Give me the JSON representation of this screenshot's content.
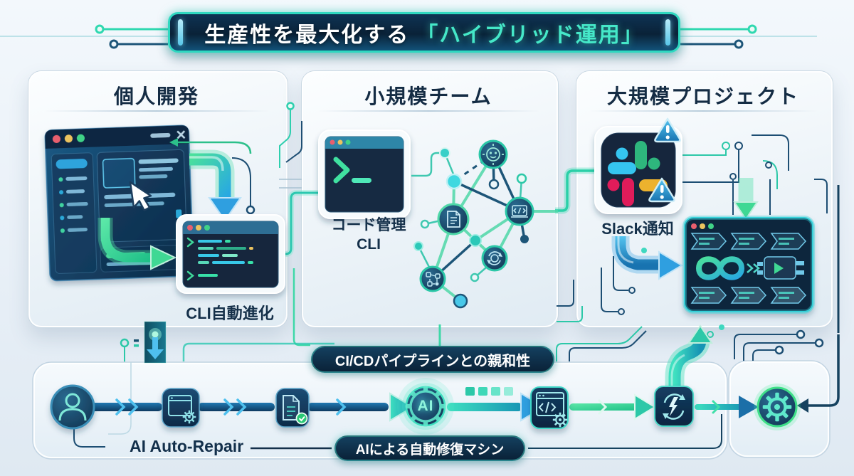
{
  "banner": {
    "title_main": "生産性を最大化する",
    "title_accent": "「ハイブリッド運用」"
  },
  "panels": {
    "personal": {
      "title": "個人開発",
      "caption": "CLI自動進化"
    },
    "team": {
      "title": "小規模チーム",
      "caption_line1": "コード管理",
      "caption_line2": "CLI"
    },
    "large": {
      "title": "大規模プロジェクト",
      "caption": "Slack通知"
    }
  },
  "bottom_band": {
    "top_pill": "CI/CDパイプラインとの親和性",
    "flow_label": "AI Auto-Repair",
    "bottom_pill": "AIによる自動修復マシン",
    "ai_node_label": "AI"
  },
  "icons": {
    "browser_window": "browser-window-icon",
    "cursor": "cursor-pointer-icon",
    "terminal": "terminal-icon",
    "network_nodes": [
      "robot-icon",
      "document-icon",
      "code-icon",
      "sync-gear-icon",
      "distributed-nodes-icon"
    ],
    "slack": "slack-logo-icon",
    "warning": "warning-triangle-icon",
    "pipeline": "devops-infinity-icon",
    "flow": [
      "user-icon",
      "browser-gear-icon",
      "document-check-icon",
      "ai-gear-icon",
      "code-window-gear-icon",
      "lightning-refresh-icon",
      "gear-icon"
    ]
  },
  "colors": {
    "accent_teal": "#2fd8c0",
    "accent_green": "#3fd894",
    "accent_blue": "#2f9fe0",
    "navy": "#0d2b47",
    "slack_blue": "#36C5F0",
    "slack_green": "#2EB67D",
    "slack_red": "#E01E5A",
    "slack_yellow": "#ECB22E"
  }
}
